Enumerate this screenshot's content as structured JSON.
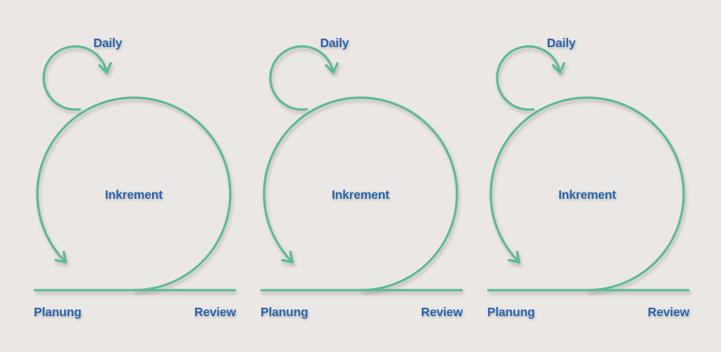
{
  "colors": {
    "green": "#5cba93",
    "blue": "#2a64ae",
    "background": "#eae7e4"
  },
  "units": [
    {
      "daily": "Daily",
      "inkrement": "Inkrement",
      "planung": "Planung",
      "review": "Review"
    },
    {
      "daily": "Daily",
      "inkrement": "Inkrement",
      "planung": "Planung",
      "review": "Review"
    },
    {
      "daily": "Daily",
      "inkrement": "Inkrement",
      "planung": "Planung",
      "review": "Review"
    }
  ]
}
